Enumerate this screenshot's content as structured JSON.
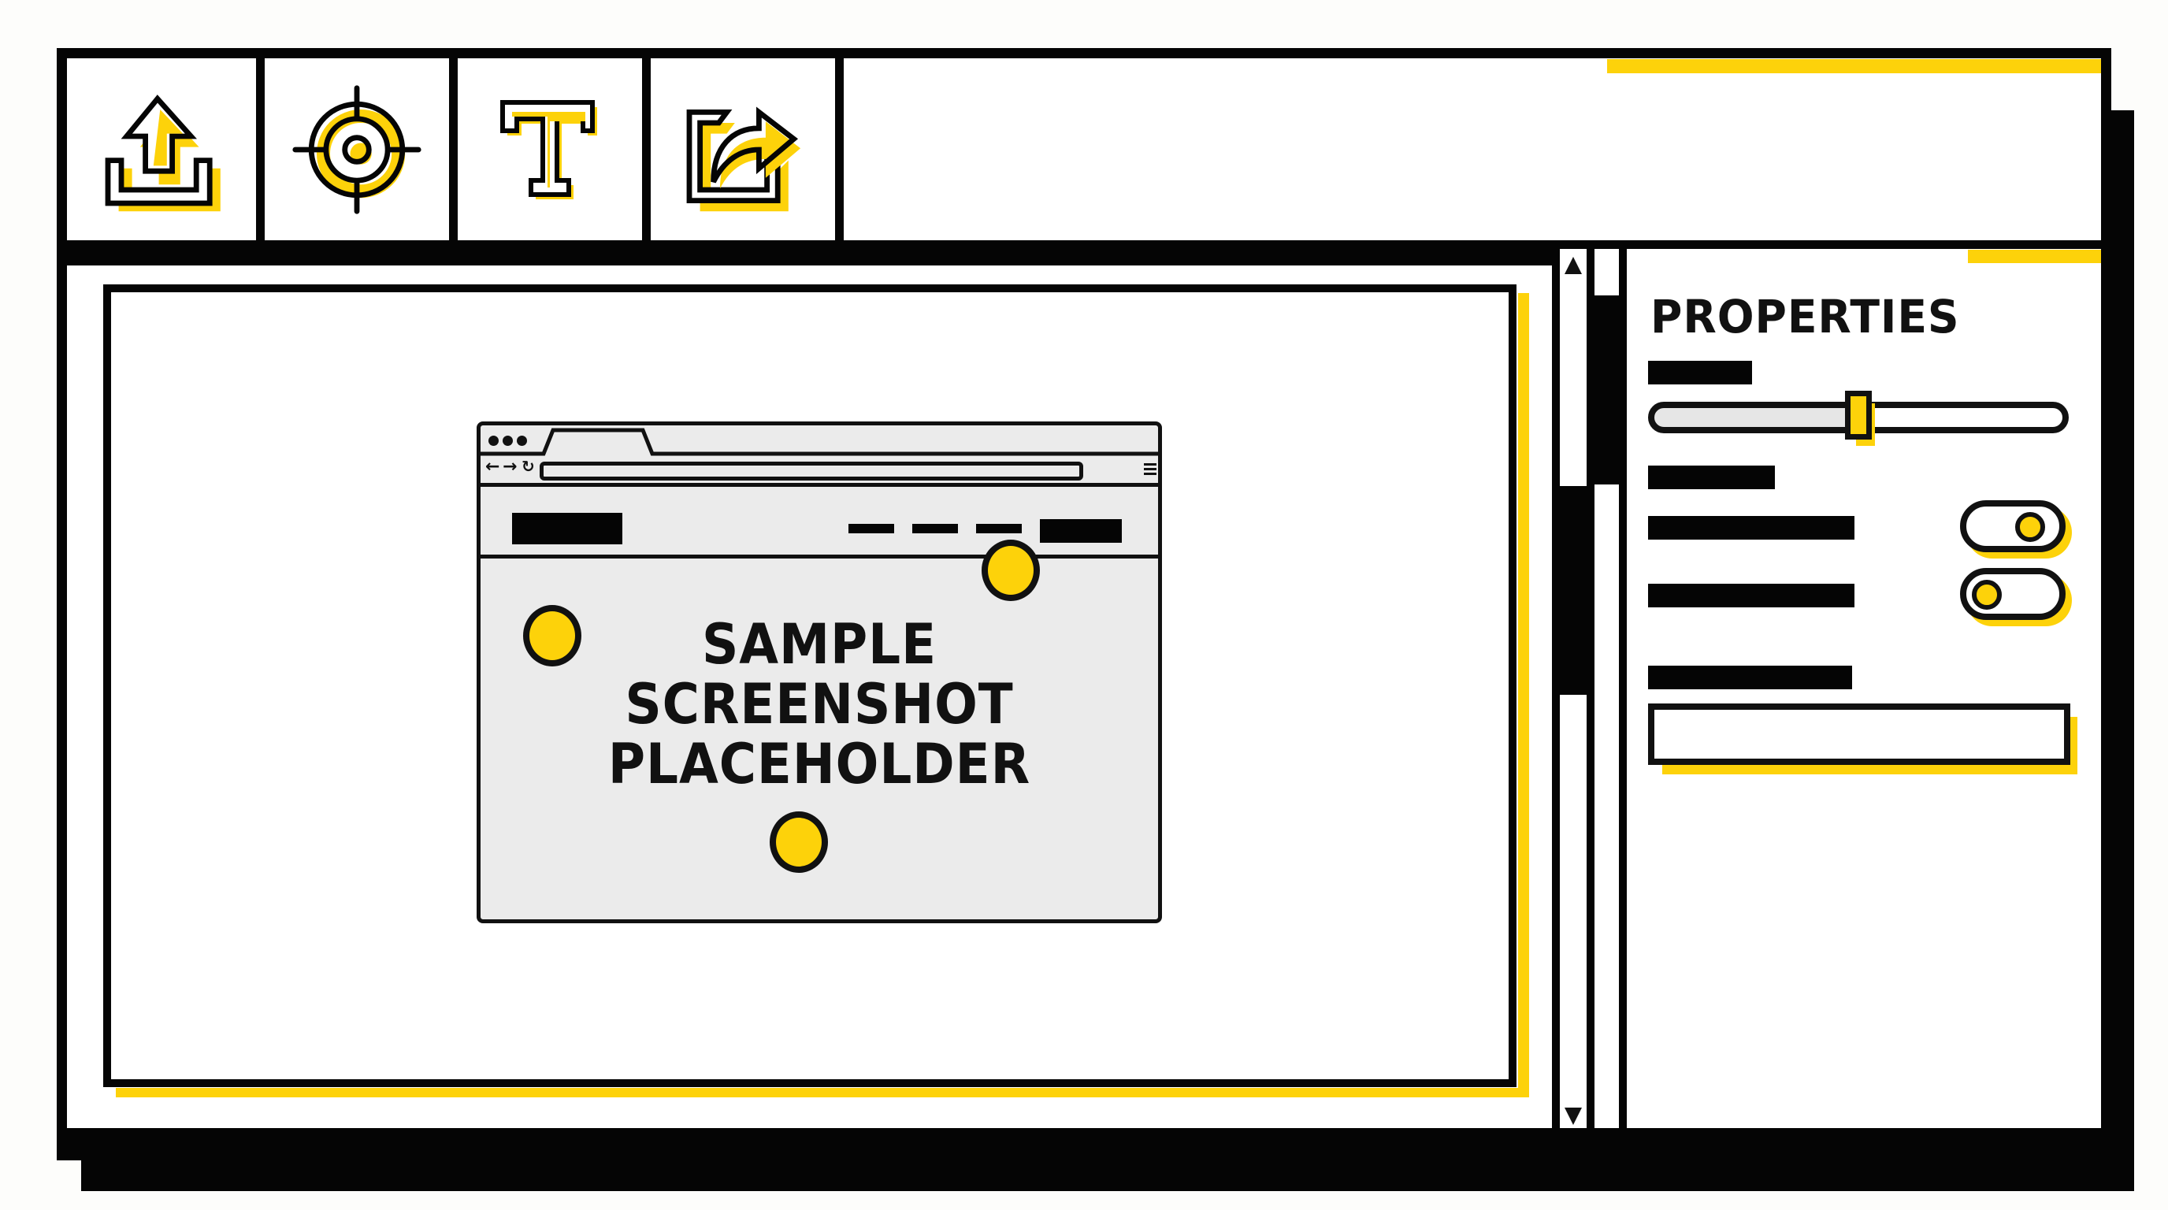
{
  "toolbar": {
    "tools": [
      {
        "name": "upload",
        "icon": "upload-icon"
      },
      {
        "name": "target",
        "icon": "crosshair-target-icon"
      },
      {
        "name": "text",
        "icon": "text-t-icon"
      },
      {
        "name": "export",
        "icon": "share-export-icon"
      }
    ]
  },
  "canvas": {
    "placeholder_lines": [
      "SAMPLE",
      "SCREENSHOT",
      "PLACEHOLDER"
    ],
    "browser_mock": {
      "nav_icons": [
        "back-arrow-icon",
        "forward-arrow-icon",
        "reload-icon",
        "menu-icon"
      ],
      "url_value": ""
    }
  },
  "scrollbars": {
    "up_arrow": "▲",
    "down_arrow": "▼"
  },
  "properties": {
    "title": "PROPERTIES",
    "slider_position_pct": 50,
    "toggles": [
      {
        "state": "on"
      },
      {
        "state": "off"
      }
    ],
    "text_input_value": ""
  },
  "colors": {
    "accent": "#fdd20a",
    "ink": "#050505",
    "paper": "#ffffff",
    "mock_bg": "#ebebeb"
  }
}
